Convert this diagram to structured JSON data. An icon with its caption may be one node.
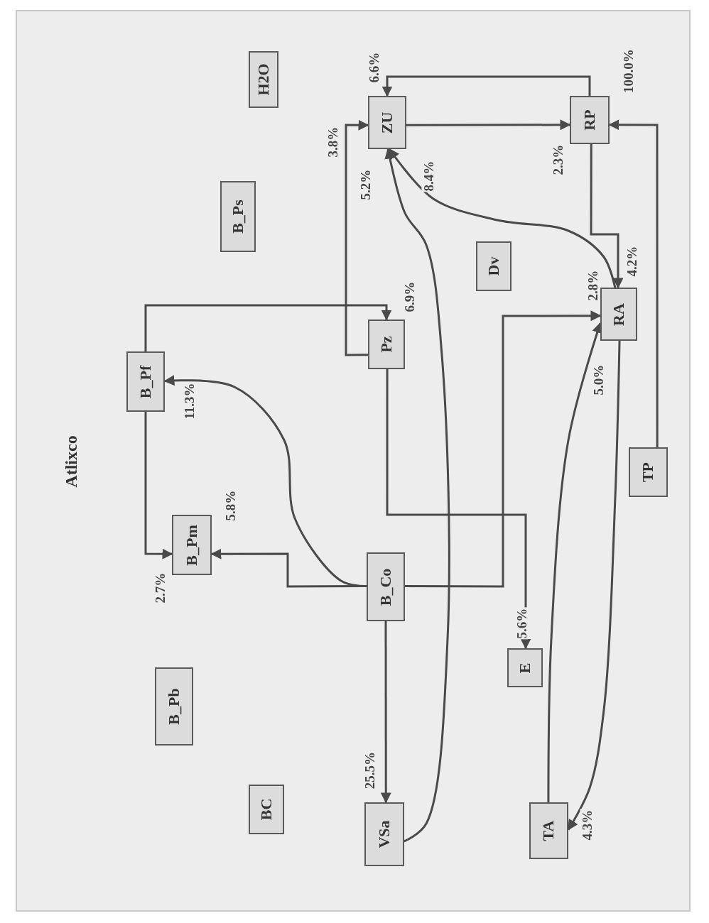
{
  "diagram": {
    "title": "Atlixco",
    "nodes": [
      {
        "text": [
          "H2O"
        ]
      },
      {
        "text": [
          "ZU"
        ]
      },
      {
        "text": [
          "RP"
        ]
      },
      {
        "text": [
          "B_Ps"
        ]
      },
      {
        "text": [
          "Dv"
        ]
      },
      {
        "text": [
          "RA"
        ]
      },
      {
        "text": [
          "Pz"
        ]
      },
      {
        "text": [
          "B_Pf"
        ]
      },
      {
        "text": [
          "TP"
        ]
      },
      {
        "text": [
          "B_Pm"
        ]
      },
      {
        "text": [
          "B_Co"
        ]
      },
      {
        "text": [
          "E"
        ]
      },
      {
        "text": [
          "B_Pb"
        ]
      },
      {
        "text": [
          "BC"
        ]
      },
      {
        "text": [
          "VSa"
        ]
      },
      {
        "text": [
          "TA"
        ]
      }
    ],
    "edges": [
      {
        "from": 2,
        "to": 1,
        "arrow": "to",
        "label": "6.6%"
      },
      {
        "from": 1,
        "to": 2,
        "arrow": "to",
        "label": "2.3%"
      },
      {
        "from": 6,
        "to": 1,
        "arrow": "to",
        "label": "3.8%"
      },
      {
        "from": 14,
        "to": 1,
        "arrow": "to",
        "label": "5.2%"
      },
      {
        "from": 5,
        "to": 1,
        "arrow": "to",
        "label": "8.4%"
      },
      {
        "from": 8,
        "to": 2,
        "arrow": "to",
        "label": "100.0%"
      },
      {
        "from": 2,
        "to": 5,
        "arrow": "to",
        "label": "4.2%"
      },
      {
        "from": 7,
        "to": 6,
        "arrow": "to",
        "label": "6.9%"
      },
      {
        "from": 7,
        "to": 9,
        "arrow": "to",
        "label": "2.7%"
      },
      {
        "from": 10,
        "to": 9,
        "arrow": "to",
        "label": "5.8%"
      },
      {
        "from": 10,
        "to": 7,
        "arrow": "to",
        "label": "11.3%"
      },
      {
        "from": 10,
        "to": 14,
        "arrow": "to",
        "label": "25.5%"
      },
      {
        "from": 10,
        "to": 5,
        "arrow": "to",
        "label": "2.8%"
      },
      {
        "from": 6,
        "to": 11,
        "arrow": "to",
        "label": "5.6%"
      },
      {
        "from": 15,
        "to": 5,
        "arrow": "to",
        "label": "5.0%"
      },
      {
        "from": 5,
        "to": 15,
        "arrow": "to",
        "label": "4.3%"
      }
    ]
  }
}
